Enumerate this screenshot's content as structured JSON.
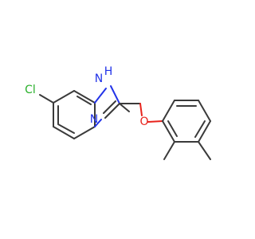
{
  "molecule": {
    "name": "",
    "atoms": {
      "cl": {
        "label": "Cl",
        "color": "#28b02a"
      },
      "nh_h": {
        "label": "H",
        "color": "#2233e8"
      },
      "nh_n": {
        "label": "N",
        "color": "#2233e8"
      },
      "n": {
        "label": "N",
        "color": "#2233e8"
      },
      "o": {
        "label": "O",
        "color": "#e8231c"
      }
    },
    "bond_color": "#3a3a3a"
  }
}
